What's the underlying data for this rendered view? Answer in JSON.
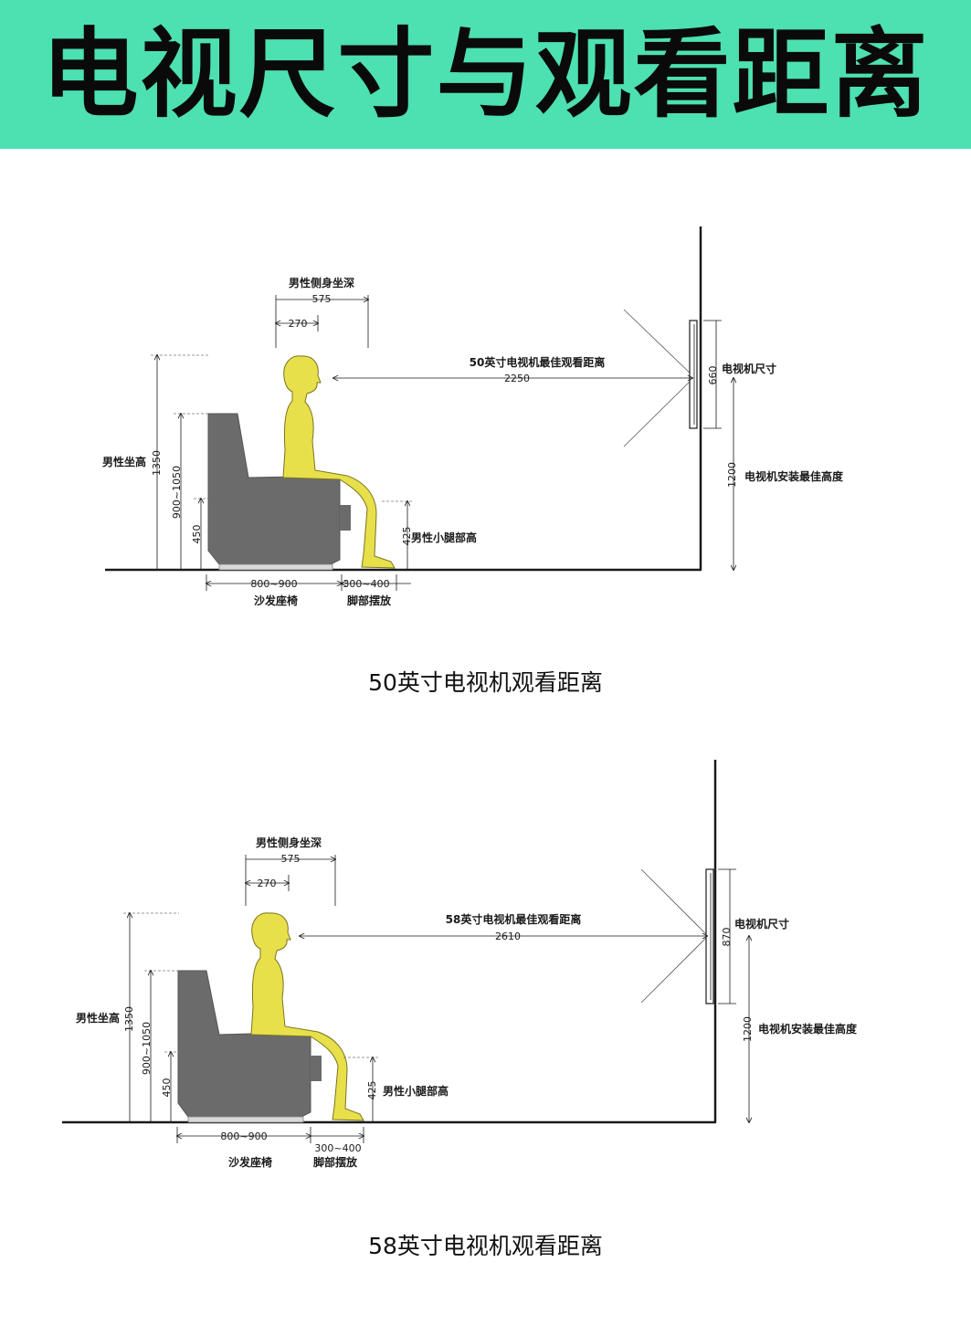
{
  "header": {
    "title": "电视尺寸与观看距离"
  },
  "colors": {
    "banner": "#4de0b0",
    "figure": "#e8e04a",
    "sofa": "#6b6b6b",
    "line": "#1a1a1a"
  },
  "diagrams": [
    {
      "caption": "50英寸电视机观看距离",
      "seat_depth_label": "男性侧身坐深",
      "seat_depth_value": "575",
      "head_depth_value": "270",
      "viewing_label": "50英寸电视机最佳观看距离",
      "viewing_distance": "2250",
      "tv_size_label": "电视机尺寸",
      "tv_size_value": "660",
      "tv_height_label": "电视机安装最佳高度",
      "tv_height_value": "1200",
      "sit_height_label": "男性坐高",
      "sit_height_value": "1350",
      "back_height_value": "900~1050",
      "seat_height_value": "450",
      "leg_height_label": "男性小腿部高",
      "leg_height_value": "425",
      "sofa_width_value": "800~900",
      "sofa_label": "沙发座椅",
      "foot_value": "300~400",
      "foot_label": "脚部摆放"
    },
    {
      "caption": "58英寸电视机观看距离",
      "seat_depth_label": "男性侧身坐深",
      "seat_depth_value": "575",
      "head_depth_value": "270",
      "viewing_label": "58英寸电视机最佳观看距离",
      "viewing_distance": "2610",
      "tv_size_label": "电视机尺寸",
      "tv_size_value": "870",
      "tv_height_label": "电视机安装最佳高度",
      "tv_height_value": "1200",
      "sit_height_label": "男性坐高",
      "sit_height_value": "1350",
      "back_height_value": "900~1050",
      "seat_height_value": "450",
      "leg_height_label": "男性小腿部高",
      "leg_height_value": "425",
      "sofa_width_value": "800~900",
      "sofa_label": "沙发座椅",
      "foot_value": "300~400",
      "foot_label": "脚部摆放"
    }
  ]
}
